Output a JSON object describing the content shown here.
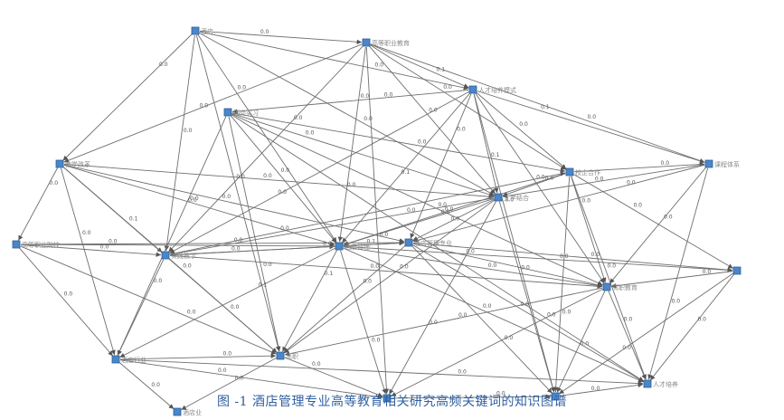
{
  "caption": "图 -1 酒店管理专业高等教育相关研究高频关键词的知识图谱",
  "nodes": [
    {
      "id": "jiudian",
      "label": "酒店"
    },
    {
      "id": "gaodeng",
      "label": "高等职业教育"
    },
    {
      "id": "rencai_ms",
      "label": "人才培养模式"
    },
    {
      "id": "dinggang",
      "label": "顶岗实习"
    },
    {
      "id": "jiaoxue_gg",
      "label": "教学改革"
    },
    {
      "id": "xiaoqi",
      "label": "校企合作"
    },
    {
      "id": "kecheng",
      "label": "课程体系"
    },
    {
      "id": "gongxue",
      "label": "工学结合"
    },
    {
      "id": "gaodeng_yx",
      "label": "高等职业院校"
    },
    {
      "id": "shijian",
      "label": "实践教学"
    },
    {
      "id": "jiudian_gl",
      "label": "酒店管理"
    },
    {
      "id": "jiudian_zy",
      "label": "酒店管理专业"
    },
    {
      "id": "right_edge",
      "label": ""
    },
    {
      "id": "gaozhi",
      "label": "高职教育"
    },
    {
      "id": "jiudian_hy",
      "label": "酒店行业"
    },
    {
      "id": "gaozhi2",
      "label": "高职"
    },
    {
      "id": "rencai_py",
      "label": "人才培养"
    },
    {
      "id": "bottom1",
      "label": ""
    },
    {
      "id": "bottom2",
      "label": ""
    },
    {
      "id": "bottom3",
      "label": "酒店业"
    }
  ],
  "edges": [
    {
      "s": "jiudian",
      "t": "jiaoxue_gg",
      "w": "0.0"
    },
    {
      "s": "jiudian",
      "t": "shijian",
      "w": "0.0"
    },
    {
      "s": "jiudian",
      "t": "rencai_ms",
      "w": "0.0"
    },
    {
      "s": "jiudian",
      "t": "gaodeng",
      "w": "0.0"
    },
    {
      "s": "jiudian",
      "t": "gongxue",
      "w": "0.0"
    },
    {
      "s": "jiudian",
      "t": "jiudian_gl",
      "w": "0.0"
    },
    {
      "s": "jiudian",
      "t": "gaozhi2",
      "w": "0.0"
    },
    {
      "s": "gaodeng",
      "t": "rencai_ms",
      "w": "0.1"
    },
    {
      "s": "gaodeng",
      "t": "xiaoqi",
      "w": "0.0"
    },
    {
      "s": "gaodeng",
      "t": "jiaoxue_gg",
      "w": "0.0"
    },
    {
      "s": "gaodeng",
      "t": "jiudian_gl",
      "w": "0.0"
    },
    {
      "s": "gaodeng",
      "t": "gongxue",
      "w": "0.0"
    },
    {
      "s": "gaodeng",
      "t": "kecheng",
      "w": "0.0"
    },
    {
      "s": "gaodeng",
      "t": "shijian",
      "w": "0.0"
    },
    {
      "s": "gaodeng",
      "t": "bottom1",
      "w": "0.0"
    },
    {
      "s": "rencai_ms",
      "t": "kecheng",
      "w": "0.1"
    },
    {
      "s": "rencai_ms",
      "t": "xiaoqi",
      "w": "0.0"
    },
    {
      "s": "rencai_ms",
      "t": "gongxue",
      "w": "0.1"
    },
    {
      "s": "rencai_ms",
      "t": "dinggang",
      "w": "0.0"
    },
    {
      "s": "rencai_ms",
      "t": "jiudian_gl",
      "w": "0.1"
    },
    {
      "s": "rencai_ms",
      "t": "jiudian_zy",
      "w": "0.0"
    },
    {
      "s": "rencai_ms",
      "t": "gaozhi",
      "w": "0.0"
    },
    {
      "s": "rencai_ms",
      "t": "shijian",
      "w": "0.0"
    },
    {
      "s": "rencai_ms",
      "t": "bottom2",
      "w": "0.0"
    },
    {
      "s": "dinggang",
      "t": "xiaoqi",
      "w": "0.0"
    },
    {
      "s": "dinggang",
      "t": "gongxue",
      "w": "0.0"
    },
    {
      "s": "dinggang",
      "t": "jiudian_gl",
      "w": "0.0"
    },
    {
      "s": "dinggang",
      "t": "gaozhi2",
      "w": "0.0"
    },
    {
      "s": "dinggang",
      "t": "jiudian_hy",
      "w": "0.0"
    },
    {
      "s": "dinggang",
      "t": "gaozhi",
      "w": "0.0"
    },
    {
      "s": "dinggang",
      "t": "rencai_py",
      "w": "0.0"
    },
    {
      "s": "jiaoxue_gg",
      "t": "jiudian_gl",
      "w": "0.0"
    },
    {
      "s": "jiaoxue_gg",
      "t": "shijian",
      "w": "0.1"
    },
    {
      "s": "jiaoxue_gg",
      "t": "jiudian_hy",
      "w": "0.0"
    },
    {
      "s": "jiaoxue_gg",
      "t": "gaozhi2",
      "w": "0.0"
    },
    {
      "s": "jiaoxue_gg",
      "t": "gaodeng_yx",
      "w": "0.0"
    },
    {
      "s": "jiaoxue_gg",
      "t": "gongxue",
      "w": "0.0"
    },
    {
      "s": "xiaoqi",
      "t": "kecheng",
      "w": "0.0"
    },
    {
      "s": "xiaoqi",
      "t": "gongxue",
      "w": "0.0"
    },
    {
      "s": "xiaoqi",
      "t": "jiudian_gl",
      "w": "0.0"
    },
    {
      "s": "xiaoqi",
      "t": "gaozhi",
      "w": "0.0"
    },
    {
      "s": "xiaoqi",
      "t": "rencai_py",
      "w": "0.0"
    },
    {
      "s": "xiaoqi",
      "t": "bottom2",
      "w": "0.0"
    },
    {
      "s": "xiaoqi",
      "t": "right_edge",
      "w": "0.0"
    },
    {
      "s": "kecheng",
      "t": "gongxue",
      "w": "0.0"
    },
    {
      "s": "kecheng",
      "t": "jiudian_zy",
      "w": "0.0"
    },
    {
      "s": "kecheng",
      "t": "gaozhi",
      "w": "0.0"
    },
    {
      "s": "kecheng",
      "t": "rencai_py",
      "w": "0.0"
    },
    {
      "s": "gongxue",
      "t": "jiudian_gl",
      "w": "0.0"
    },
    {
      "s": "gongxue",
      "t": "jiudian_zy",
      "w": "0.0"
    },
    {
      "s": "gongxue",
      "t": "shijian",
      "w": "0.0"
    },
    {
      "s": "gongxue",
      "t": "gaozhi2",
      "w": "0.0"
    },
    {
      "s": "gongxue",
      "t": "bottom1",
      "w": "0.0"
    },
    {
      "s": "gongxue",
      "t": "bottom2",
      "w": "0.0"
    },
    {
      "s": "gaodeng_yx",
      "t": "shijian",
      "w": "0.0"
    },
    {
      "s": "gaodeng_yx",
      "t": "jiudian_gl",
      "w": "0.0"
    },
    {
      "s": "gaodeng_yx",
      "t": "jiudian_hy",
      "w": "0.0"
    },
    {
      "s": "gaodeng_yx",
      "t": "gaozhi2",
      "w": "0.0"
    },
    {
      "s": "shijian",
      "t": "jiudian_gl",
      "w": "0.0"
    },
    {
      "s": "shijian",
      "t": "gaozhi2",
      "w": "0.0"
    },
    {
      "s": "shijian",
      "t": "jiudian_hy",
      "w": "0.0"
    },
    {
      "s": "shijian",
      "t": "gaozhi",
      "w": "0.0"
    },
    {
      "s": "shijian",
      "t": "jiudian_zy",
      "w": "0.0"
    },
    {
      "s": "jiudian_gl",
      "t": "jiudian_zy",
      "w": "0.1"
    },
    {
      "s": "jiudian_gl",
      "t": "gaozhi",
      "w": "0.0"
    },
    {
      "s": "jiudian_gl",
      "t": "gaozhi2",
      "w": "0.1"
    },
    {
      "s": "jiudian_gl",
      "t": "rencai_py",
      "w": "0.0"
    },
    {
      "s": "jiudian_gl",
      "t": "bottom1",
      "w": "0.0"
    },
    {
      "s": "jiudian_gl",
      "t": "jiudian_hy",
      "w": "0.1"
    },
    {
      "s": "jiudian_gl",
      "t": "right_edge",
      "w": "0.0"
    },
    {
      "s": "jiudian_zy",
      "t": "gaozhi",
      "w": "0.0"
    },
    {
      "s": "jiudian_zy",
      "t": "rencai_py",
      "w": "0.0"
    },
    {
      "s": "jiudian_zy",
      "t": "bottom2",
      "w": "0.0"
    },
    {
      "s": "jiudian_zy",
      "t": "gaozhi2",
      "w": "0.0"
    },
    {
      "s": "jiudian_zy",
      "t": "right_edge",
      "w": "0.0"
    },
    {
      "s": "right_edge",
      "t": "gaozhi",
      "w": "0.0"
    },
    {
      "s": "right_edge",
      "t": "rencai_py",
      "w": "0.0"
    },
    {
      "s": "right_edge",
      "t": "bottom2",
      "w": "0.0"
    },
    {
      "s": "gaozhi",
      "t": "rencai_py",
      "w": "0.0"
    },
    {
      "s": "gaozhi",
      "t": "bottom2",
      "w": "0.0"
    },
    {
      "s": "gaozhi",
      "t": "bottom1",
      "w": "0.0"
    },
    {
      "s": "gaozhi",
      "t": "gaozhi2",
      "w": "0.0"
    },
    {
      "s": "jiudian_hy",
      "t": "gaozhi2",
      "w": "0.0"
    },
    {
      "s": "jiudian_hy",
      "t": "bottom1",
      "w": "0.0"
    },
    {
      "s": "jiudian_hy",
      "t": "bottom3",
      "w": "0.0"
    },
    {
      "s": "gaozhi2",
      "t": "bottom1",
      "w": "0.0"
    },
    {
      "s": "gaozhi2",
      "t": "bottom3",
      "w": "0.0"
    },
    {
      "s": "bottom1",
      "t": "bottom2",
      "w": "0.0"
    },
    {
      "s": "bottom2",
      "t": "rencai_py",
      "w": "0.0"
    },
    {
      "s": "gaodeng_yx",
      "t": "jiudian_zy",
      "w": "0.0"
    },
    {
      "s": "shijian",
      "t": "xiaoqi",
      "w": "0.0"
    },
    {
      "s": "jiaoxue_gg",
      "t": "jiudian_zy",
      "w": "0.0"
    },
    {
      "s": "jiudian_hy",
      "t": "rencai_py",
      "w": "0.0"
    }
  ]
}
